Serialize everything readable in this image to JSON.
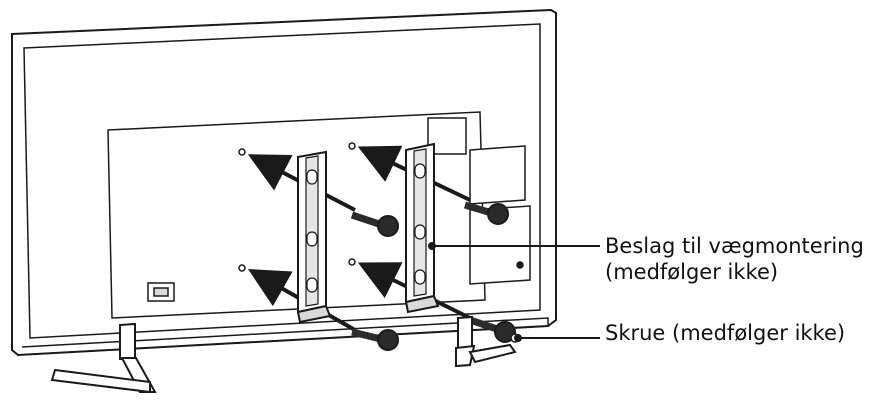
{
  "callouts": {
    "bracket": {
      "line1": "Beslag til vægmontering",
      "line2": "(medfølger ikke)"
    },
    "screw": {
      "label": "Skrue (medfølger ikke)"
    }
  },
  "colors": {
    "line": "#1a1a1a",
    "fill": "#ffffff",
    "shade": "#d9d9d9",
    "dark": "#2b2b2b"
  }
}
